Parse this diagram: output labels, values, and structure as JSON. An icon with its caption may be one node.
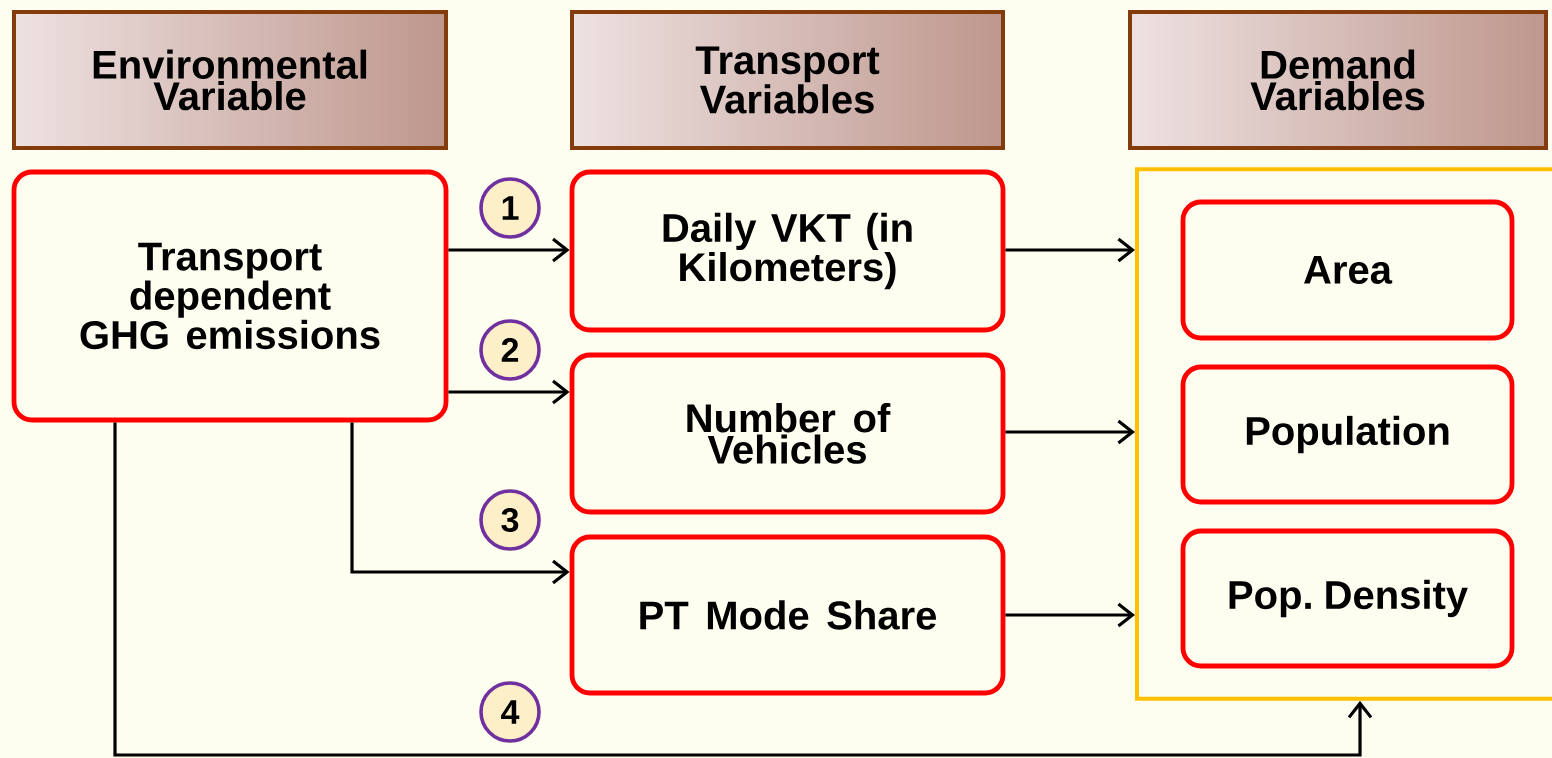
{
  "diagram": {
    "nodes": [
      {
        "text": [
          "Environmental Variable"
        ]
      },
      {
        "text": [
          "Transport Variables"
        ]
      },
      {
        "text": [
          "Demand Variables"
        ]
      },
      {
        "text": [
          "Transport dependent GHG emissions"
        ]
      },
      {
        "text": [
          "Daily VKT (in Kilometers)"
        ]
      },
      {
        "text": [
          "Number of Vehicles"
        ]
      },
      {
        "text": [
          "PT Mode Share"
        ]
      },
      {
        "text": [],
        "shape": "box"
      },
      {
        "text": [
          "Area"
        ],
        "in": 7
      },
      {
        "text": [
          "Population"
        ],
        "in": 7
      },
      {
        "text": [
          "Pop. Density"
        ],
        "in": 7
      }
    ],
    "edges": [
      {
        "from": 3,
        "to": 4,
        "arrow": "to",
        "label": "1"
      },
      {
        "from": 3,
        "to": 5,
        "arrow": "to",
        "label": "2"
      },
      {
        "from": 3,
        "to": 6,
        "arrow": "to",
        "label": "3"
      },
      {
        "from": 3,
        "to": 7,
        "arrow": "to",
        "label": "4"
      },
      {
        "from": 4,
        "to": 7,
        "arrow": "to"
      },
      {
        "from": 5,
        "to": 7,
        "arrow": "to"
      },
      {
        "from": 6,
        "to": 7,
        "arrow": "to"
      }
    ]
  }
}
